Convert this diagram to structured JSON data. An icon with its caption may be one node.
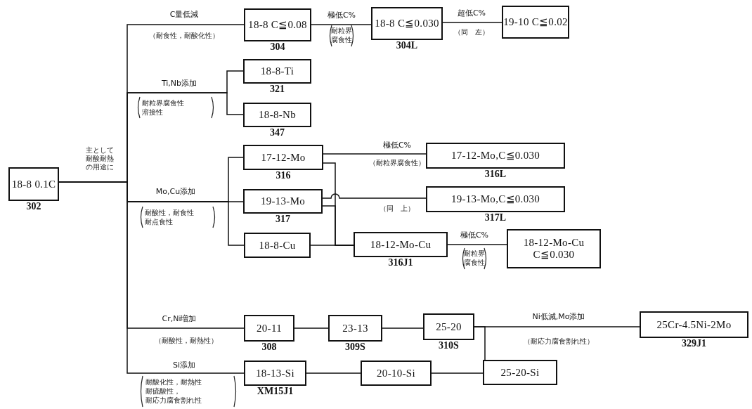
{
  "diagram": {
    "nodes": [
      {
        "text": [
          "18-8 0.1C"
        ],
        "beside": [
          "302"
        ]
      },
      {
        "text": [
          "18-8 C≦0.08"
        ],
        "beside": [
          "304"
        ]
      },
      {
        "text": [
          "18-8 C≦0.030"
        ],
        "beside": [
          "304L"
        ]
      },
      {
        "text": [
          "19-10 C≦0.02"
        ]
      },
      {
        "text": [
          "18-8-Ti"
        ],
        "beside": [
          "321"
        ]
      },
      {
        "text": [
          "18-8-Nb"
        ],
        "beside": [
          "347"
        ]
      },
      {
        "text": [
          "17-12-Mo"
        ],
        "beside": [
          "316"
        ]
      },
      {
        "text": [
          "19-13-Mo"
        ],
        "beside": [
          "317"
        ]
      },
      {
        "text": [
          "18-8-Cu"
        ]
      },
      {
        "text": [
          "18-12-Mo-Cu"
        ],
        "beside": [
          "316J1"
        ]
      },
      {
        "text": [
          "17-12-Mo,C≦0.030"
        ],
        "beside": [
          "316L"
        ]
      },
      {
        "text": [
          "19-13-Mo,C≦0.030"
        ],
        "beside": [
          "317L"
        ]
      },
      {
        "text": [
          "18-12-Mo-Cu C≦0.030"
        ]
      },
      {
        "text": [
          "20-11"
        ],
        "beside": [
          "308"
        ]
      },
      {
        "text": [
          "23-13"
        ],
        "beside": [
          "309S"
        ]
      },
      {
        "text": [
          "25-20"
        ],
        "beside": [
          "310S"
        ]
      },
      {
        "text": [
          "25Cr-4.5Ni-2Mo"
        ],
        "beside": [
          "329J1"
        ]
      },
      {
        "text": [
          "18-13-Si"
        ],
        "beside": [
          "XM15J1"
        ]
      },
      {
        "text": [
          "20-10-Si"
        ]
      },
      {
        "text": [
          "25-20-Si"
        ]
      }
    ],
    "edges": [
      {
        "from": 0,
        "to": 1,
        "arrow": "none",
        "label": "C量低減"
      },
      {
        "from": 0,
        "to": 4,
        "arrow": "none",
        "label": "Ti,Nb添加"
      },
      {
        "from": 0,
        "to": 5,
        "arrow": "none"
      },
      {
        "from": 0,
        "to": 6,
        "arrow": "none",
        "label": "Mo,Cu添加"
      },
      {
        "from": 0,
        "to": 7,
        "arrow": "none"
      },
      {
        "from": 0,
        "to": 8,
        "arrow": "none"
      },
      {
        "from": 0,
        "to": 13,
        "arrow": "none",
        "label": "Cr,Ni増加"
      },
      {
        "from": 0,
        "to": 17,
        "arrow": "none",
        "label": "Si添加"
      },
      {
        "from": 1,
        "to": 2,
        "arrow": "none",
        "label": "極低C%"
      },
      {
        "from": 2,
        "to": 3,
        "arrow": "none",
        "label": "超低C%"
      },
      {
        "from": 6,
        "to": 10,
        "arrow": "none",
        "label": "極低C%"
      },
      {
        "from": 7,
        "to": 11,
        "arrow": "none"
      },
      {
        "from": 6,
        "to": 9,
        "arrow": "none"
      },
      {
        "from": 7,
        "to": 9,
        "arrow": "none"
      },
      {
        "from": 8,
        "to": 9,
        "arrow": "none"
      },
      {
        "from": 9,
        "to": 12,
        "arrow": "none",
        "label": "極低C%"
      },
      {
        "from": 13,
        "to": 14,
        "arrow": "none"
      },
      {
        "from": 14,
        "to": 15,
        "arrow": "none"
      },
      {
        "from": 15,
        "to": 16,
        "arrow": "none",
        "label": "Ni低減,Mo添加"
      },
      {
        "from": 15,
        "to": 19,
        "arrow": "none"
      },
      {
        "from": 17,
        "to": 18,
        "arrow": "none"
      },
      {
        "from": 18,
        "to": 19,
        "arrow": "none"
      }
    ],
    "labels": [
      "（耐食性，耐酸化性）",
      "耐粒界",
      "腐食性",
      "（同　左）",
      "耐粒界腐食性",
      "溶接性",
      "主として耐酸耐熱の用途に",
      "（耐粒界腐食性）",
      "耐酸性，耐食性",
      "耐点食性",
      "（同　上）",
      "耐粒界",
      "腐食性",
      "（耐酸性，耐熱性）",
      "（耐応力腐食割れ性）",
      "耐酸化性，耐熱性",
      "耐硫酸性，",
      "耐応力腐食割れ性"
    ]
  }
}
